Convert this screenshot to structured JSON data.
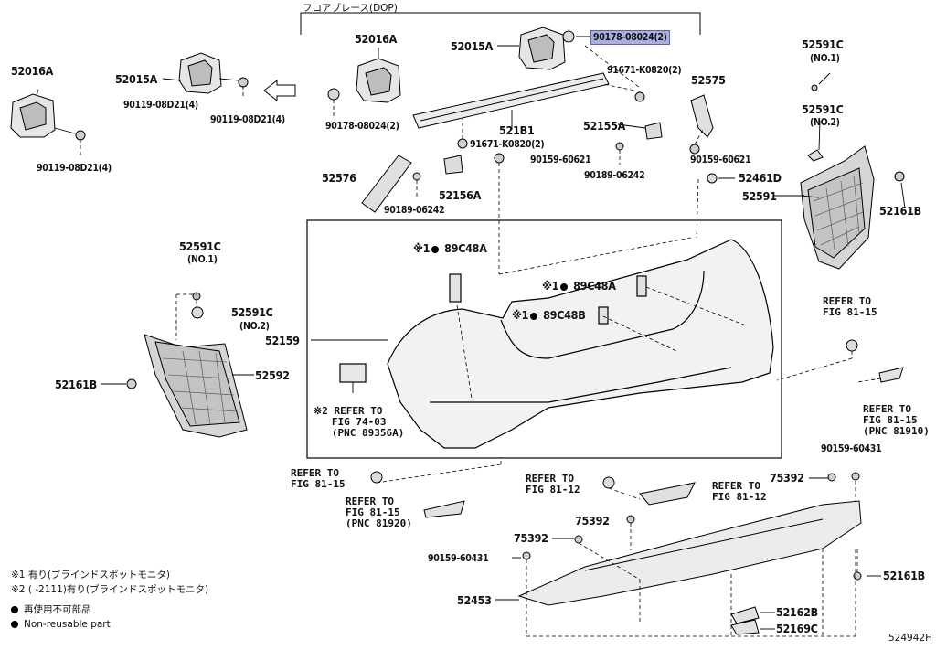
{
  "header": {
    "floor_brace_label": "フロアブレース(DOP)"
  },
  "parts": {
    "p52016A_left": "52016A",
    "p52015A_left": "52015A",
    "p90119_a": "90119-08D21(4)",
    "p90119_b": "90119-08D21(4)",
    "p90119_c": "90119-08D21(4)",
    "p52016A_mid": "52016A",
    "p52015A_mid": "52015A",
    "p90178_top": "90178-08024(2)",
    "p90178_mid": "90178-08024(2)",
    "p91671_top": "91671-K0820(2)",
    "p91671_mid": "91671-K0820(2)",
    "p52575": "52575",
    "p521B1": "521B1",
    "p52155A": "52155A",
    "p90189_a": "90189-06242",
    "p90189_b": "90189-06242",
    "p90159_60621_a": "90159-60621",
    "p90159_60621_b": "90159-60621",
    "p52576": "52576",
    "p52156A": "52156A",
    "p52461D": "52461D",
    "p52591": "52591",
    "p52591C_r1": "52591C",
    "p52591C_r1_sub": "(NO.1)",
    "p52591C_r2": "52591C",
    "p52591C_r2_sub": "(NO.2)",
    "p52161B_r": "52161B",
    "p52591C_l1": "52591C",
    "p52591C_l1_sub": "(NO.1)",
    "p52591C_l2": "52591C",
    "p52591C_l2_sub": "(NO.2)",
    "p52161B_l": "52161B",
    "p52592": "52592",
    "p52159": "52159",
    "p89C48A_a": "89C48A",
    "p89C48A_b": "89C48A",
    "p89C48B": "89C48B",
    "mark1_a": "※1",
    "mark1_b": "※1",
    "mark1_c": "※1",
    "p90159_60431_a": "90159-60431",
    "p90159_60431_b": "90159-60431",
    "p75392_a": "75392",
    "p75392_b": "75392",
    "p75392_c": "75392",
    "p52453": "52453",
    "p52162B": "52162B",
    "p52169C": "52169C",
    "p52161B_b": "52161B"
  },
  "refs": {
    "ref_74_03": "※2 REFER TO\n   FIG 74-03\n   (PNC 89356A)",
    "ref_81_15_right_top": "REFER TO\nFIG 81-15",
    "ref_81_15_right_pnc": "REFER TO\nFIG 81-15\n(PNC 81910)",
    "ref_81_15_left": "REFER TO\nFIG 81-15",
    "ref_81_15_left_pnc": "REFER TO\nFIG 81-15\n(PNC 81920)",
    "ref_81_12_a": "REFER TO\nFIG 81-12",
    "ref_81_12_b": "REFER TO\nFIG 81-12"
  },
  "footnotes": {
    "n1": "※1 有り(ブラインドスポットモニタ)",
    "n2": "※2 (      -2111)有り(ブラインドスポットモニタ)",
    "n3": "再使用不可部品",
    "n4": "Non-reusable part"
  },
  "figure_id": "524942H"
}
